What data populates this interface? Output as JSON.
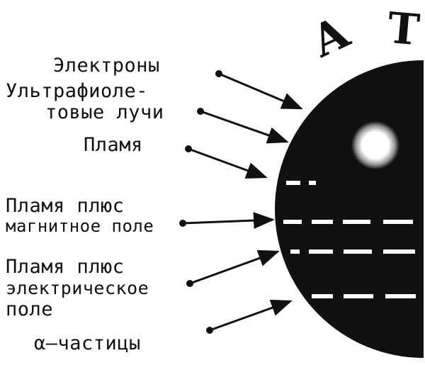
{
  "title_letters": [
    "А",
    "Т"
  ],
  "labels": {
    "electrons": "Электроны",
    "uv_line1": "Ультрафиоле-",
    "uv_line2": "товые лучи",
    "flame": "Пламя",
    "flame_magnetic_line1": "Пламя плюс",
    "flame_magnetic_line2": "магнитное поле",
    "flame_electric_line1": "Пламя плюс",
    "flame_electric_line2": "электрическое",
    "flame_electric_line3": "поле",
    "alpha": "α–частицы"
  },
  "colors": {
    "ink": "#111111",
    "paper": "#ffffff"
  }
}
